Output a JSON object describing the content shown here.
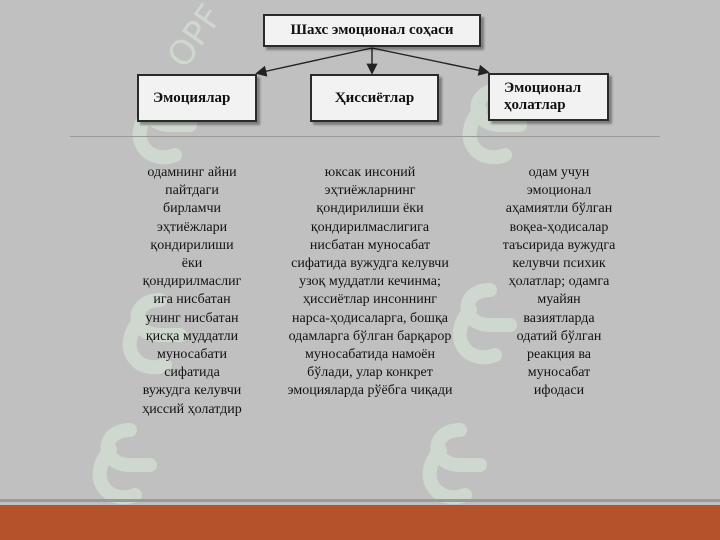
{
  "diagram": {
    "root": {
      "label": "Шахс эмоционал соҳаси"
    },
    "children": [
      {
        "label": "Эмоциялар"
      },
      {
        "label": "Ҳиссиётлар"
      },
      {
        "label_lines": [
          "Эмоционал",
          "ҳолатлар"
        ]
      }
    ],
    "descriptions": [
      {
        "lines": [
          "одамнинг  айни",
          "пайтдаги",
          "бирламчи",
          "эҳтиёжлари",
          "қондирилиши",
          "ёки",
          "қондирилмаслиг",
          "ига нисбатан",
          "унинг нисбатан",
          "қисқа муддатли",
          "муносабати",
          "сифатида",
          "вужудга келувчи",
          "ҳиссий ҳолатдир"
        ]
      },
      {
        "lines": [
          "юксак инсоний",
          "эҳтиёжларнинг",
          "қондирилиши ёки",
          "қондирилмаслигига",
          "нисбатан муносабат",
          "сифатида вужудга келувчи",
          "узоқ муддатли кечинма;",
          "ҳиссиётлар инсоннинг",
          "нарса-ҳодисаларга, бошқа",
          "одамларга бўлган барқарор",
          "муносабатида намоён",
          "бўлади, улар конкрет",
          "эмоцияларда рўёбга чиқади"
        ]
      },
      {
        "lines": [
          "одам учун",
          "эмоционал",
          "аҳамиятли бўлган",
          "воқеа-ҳодисалар",
          "таъсирида вужудга",
          "келувчи психик",
          "ҳолатлар; одамга",
          "муайян",
          "вазиятларда",
          "одатий бўлган",
          "реакция ва",
          "муносабат",
          "ифодаси"
        ]
      }
    ]
  },
  "colors": {
    "background": "#c0c0c0",
    "box_fill": "#f2f2f2",
    "footer": "#b5522c",
    "watermark": "#d2ddd2"
  },
  "watermark_icon": "stylized-logo-icon"
}
